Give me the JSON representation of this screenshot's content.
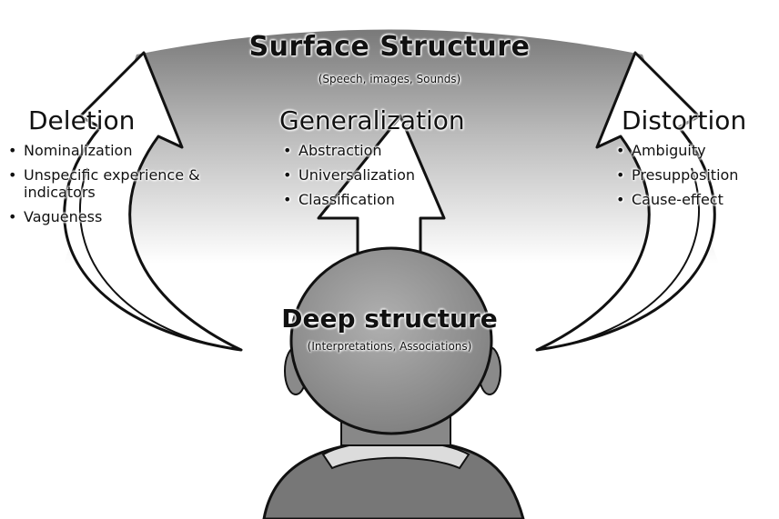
{
  "surface": {
    "title": "Surface Structure",
    "subtitle": "(Speech, images, Sounds)"
  },
  "deletion": {
    "title": "Deletion",
    "items": [
      "Nominalization",
      "Unspecific experience & indicators",
      "Vagueness"
    ]
  },
  "generalization": {
    "title": "Generalization",
    "items": [
      "Abstraction",
      "Universalization",
      "Classification"
    ]
  },
  "distortion": {
    "title": "Distortion",
    "items": [
      "Ambiguity",
      "Presupposition",
      "Cause-effect"
    ]
  },
  "deep": {
    "title": "Deep structure",
    "subtitle": "(Interpretations, Associations)"
  },
  "colors": {
    "ink": "#111111",
    "sky_top": "#6e6e6e",
    "sky_bottom": "#ffffff",
    "head": "#9a9a9a"
  }
}
